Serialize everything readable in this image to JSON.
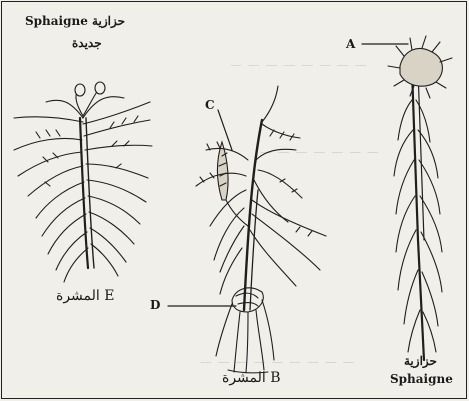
{
  "title_left_line1": "Sphaigne حزازية",
  "title_left_line2": "جديدة",
  "label_A": "A",
  "label_C": "C",
  "label_D": "D",
  "caption_E": "المشرة E",
  "caption_B": "المشرة B",
  "caption_right_line1": "حزازية",
  "caption_right_line2": "Sphaigne"
}
